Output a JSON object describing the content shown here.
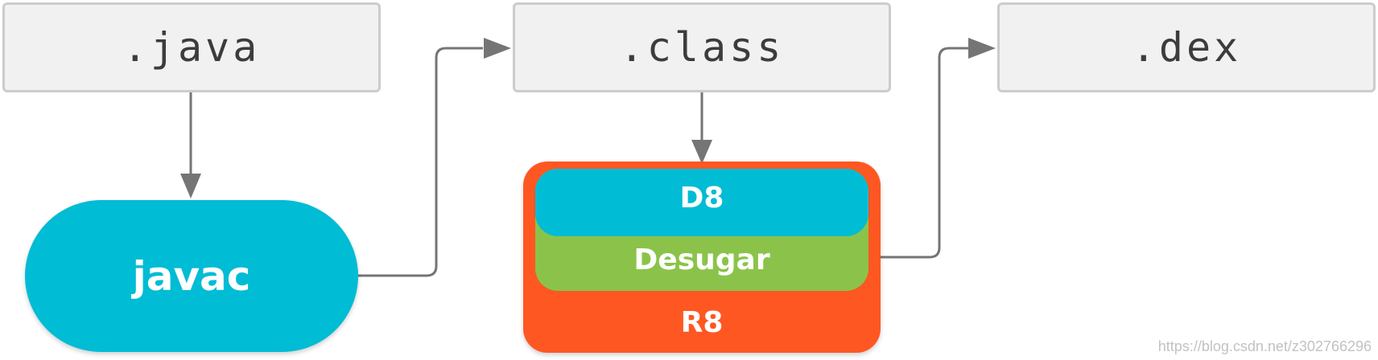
{
  "nodes": {
    "java": ".java",
    "class": ".class",
    "dex": ".dex",
    "javac": "javac",
    "d8": "D8",
    "desugar": "Desugar",
    "r8": "R8"
  },
  "watermark": "https://blog.csdn.net/z302766296",
  "colors": {
    "file_box_fill": "#f1f1f1",
    "file_box_border": "#cccccc",
    "javac": "#00bcd4",
    "d8": "#00bcd4",
    "desugar": "#8bc34a",
    "r8": "#ff5722",
    "arrow": "#757575"
  }
}
